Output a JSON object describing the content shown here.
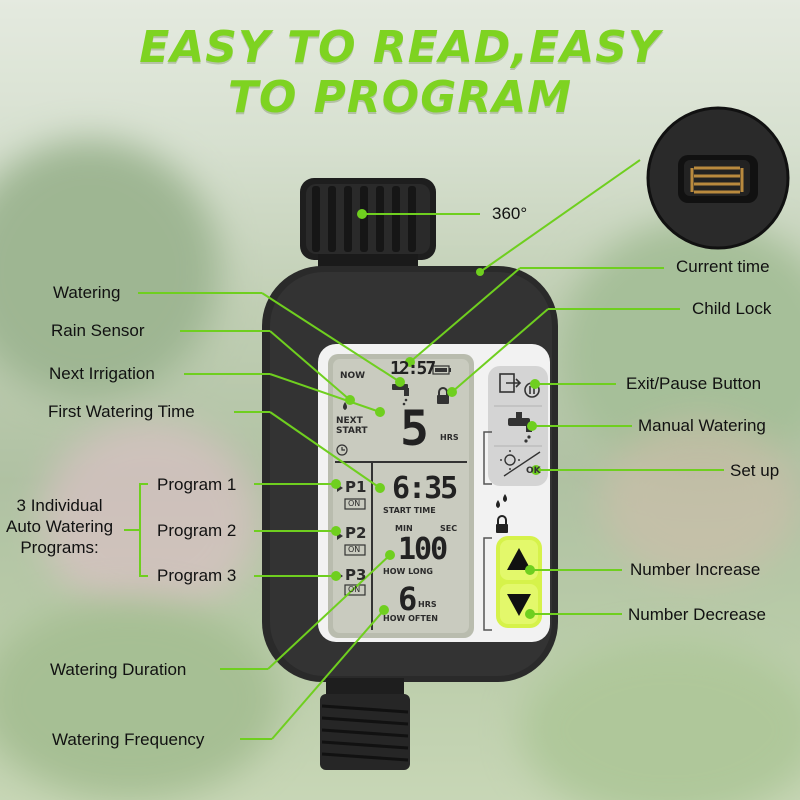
{
  "title": {
    "line1": "EASY TO READ,EASY",
    "line2": "TO PROGRAM"
  },
  "labels": {
    "rotation": "360°",
    "current_time": "Current time",
    "child_lock": "Child Lock",
    "watering": "Watering",
    "rain_sensor": "Rain Sensor",
    "next_irrigation": "Next Irrigation",
    "first_watering_time": "First Watering Time",
    "programs_group": [
      "3 Individual",
      "Auto Watering",
      "Programs:"
    ],
    "program_1": "Program 1",
    "program_2": "Program 2",
    "program_3": "Program 3",
    "exit_pause": "Exit/Pause Button",
    "manual_watering": "Manual Watering",
    "set_up": "Set up",
    "number_increase": "Number Increase",
    "number_decrease": "Number Decrease",
    "watering_duration": "Watering Duration",
    "watering_frequency": "Watering Frequency"
  },
  "lcd": {
    "now": "NOW",
    "clock": "12:57",
    "next": "NEXT",
    "start": "START",
    "next_value": "5",
    "hrs": "HRS",
    "start_time_value": "6:35",
    "start_time_label": "START TIME",
    "min": "MIN",
    "sec": "SEC",
    "how_long_value": "100",
    "how_long_label": "HOW LONG",
    "how_often_value": "6",
    "how_often_hrs": "HRS",
    "how_often_label": "HOW OFTEN",
    "programs": [
      {
        "name": "P1",
        "state": "ON"
      },
      {
        "name": "P2",
        "state": "ON"
      },
      {
        "name": "P3",
        "state": "ON"
      }
    ]
  },
  "buttons": {
    "ok_label": "OK"
  },
  "colors": {
    "accent_green": "#7ed321",
    "leader_line": "#6fcf1f",
    "lcd_bg": "#c9cbbf",
    "button_lime": "#d6f24a"
  },
  "icons": {
    "exit": "exit-pause-icon",
    "faucet": "faucet-icon",
    "setup": "sun-clock-icon",
    "up": "triangle-up-icon",
    "down": "triangle-down-icon",
    "lock": "lock-icon",
    "rain": "rain-drops-icon"
  }
}
